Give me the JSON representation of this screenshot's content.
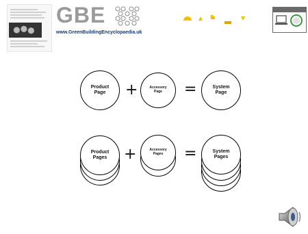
{
  "header": {
    "logo_text": "GBE",
    "logo_url": "www.GreenBuildingEncyclopaedia.uk"
  },
  "diagram": {
    "row1": {
      "left": "Product\nPage",
      "middle": "Accessory\nPage",
      "right": "System\nPage",
      "plus": "+",
      "equals": "="
    },
    "row2": {
      "left": "Product\nPages",
      "middle": "Accessory\nPages",
      "right": "System\nPages",
      "plus": "+",
      "equals": "="
    }
  },
  "icons": [
    "page-thumbnail-icon",
    "gbe-logo-dots-icon",
    "colored-shapes-icon",
    "badge-icon",
    "speaker-icon"
  ],
  "colors": {
    "shape_yellow": "#f2c200",
    "shape_orange": "#e8a000",
    "logo_grey": "#9a9a9a",
    "url_blue": "#1a3a6b"
  }
}
